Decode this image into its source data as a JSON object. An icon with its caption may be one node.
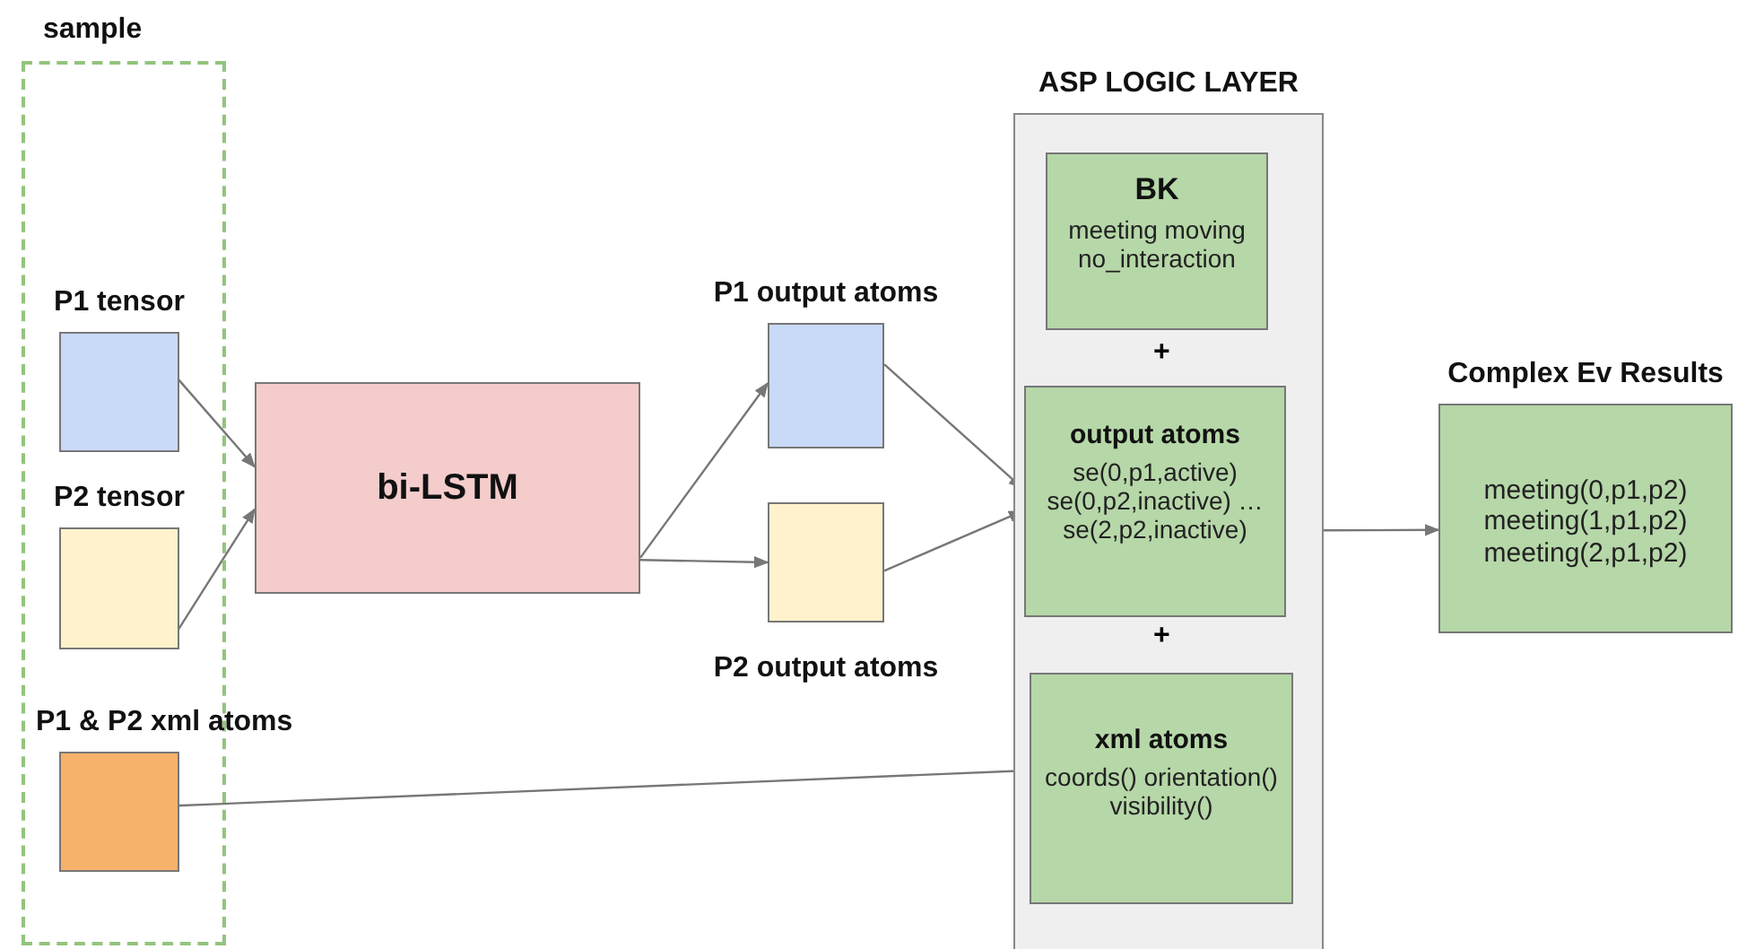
{
  "diagram": {
    "nodes": [
      {
        "text": [
          "sample"
        ]
      },
      {
        "text": [
          "P1 tensor"
        ],
        "in": 0
      },
      {
        "text": [
          "P2 tensor"
        ],
        "in": 0
      },
      {
        "text": [
          "P1 & P2 xml atoms"
        ],
        "in": 0
      },
      {
        "text": [
          "bi-LSTM"
        ]
      },
      {
        "text": [
          "P1 output atoms"
        ]
      },
      {
        "text": [
          "P2 output atoms"
        ]
      },
      {
        "text": [
          "ASP LOGIC LAYER"
        ]
      },
      {
        "text": [
          "BK",
          "meeting moving no_interaction"
        ],
        "in": 7
      },
      {
        "text": [
          "output atoms",
          "se(0,p1,active) se(0,p2,inactive) … se(2,p2,inactive)"
        ],
        "in": 7
      },
      {
        "text": [
          "xml atoms",
          "coords() orientation() visibility()"
        ],
        "in": 7
      },
      {
        "text": [
          "Complex Ev Results",
          "meeting(0,p1,p2) meeting(1,p1,p2) meeting(2,p1,p2)"
        ]
      }
    ],
    "edges": [
      {
        "from": 1,
        "to": 4,
        "arrow": "to"
      },
      {
        "from": 2,
        "to": 4,
        "arrow": "to"
      },
      {
        "from": 4,
        "to": 5,
        "arrow": "to"
      },
      {
        "from": 4,
        "to": 6,
        "arrow": "to"
      },
      {
        "from": 5,
        "to": 9,
        "arrow": "to"
      },
      {
        "from": 6,
        "to": 9,
        "arrow": "to"
      },
      {
        "from": 3,
        "to": 10,
        "arrow": "to"
      },
      {
        "from": 7,
        "to": 11,
        "arrow": "to"
      }
    ],
    "labels": [
      "+",
      "+"
    ]
  }
}
